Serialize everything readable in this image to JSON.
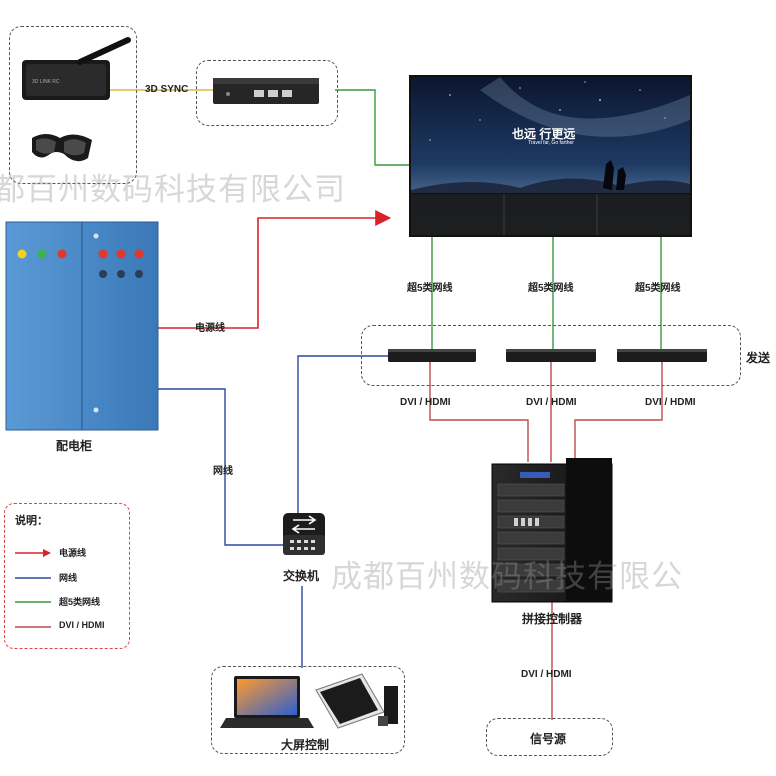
{
  "labels": {
    "sync": "3D SYNC",
    "cable_cat5_1": "超5类网线",
    "cable_cat5_2": "超5类网线",
    "cable_cat5_3": "超5类网线",
    "power_line": "电源线",
    "dvi_1": "DVI / HDMI",
    "dvi_2": "DVI / HDMI",
    "dvi_3": "DVI / HDMI",
    "dvi_4": "DVI / HDMI",
    "net_line": "网线",
    "sender": "发送",
    "cabinet": "配电柜",
    "switch": "交换机",
    "controller": "拼接控制器",
    "big_screen_control": "大屏控制",
    "signal_source": "信号源",
    "wall_slogan_1": "也远 行更远",
    "wall_slogan_2": "Travel far, Go farther",
    "emitter_text": "3D LINK RC"
  },
  "legend": {
    "title": "说明：",
    "items": [
      {
        "label": "电源线",
        "color": "#d8232a",
        "arrow": true
      },
      {
        "label": "网线",
        "color": "#2a4a9c",
        "arrow": false
      },
      {
        "label": "超5类网线",
        "color": "#3a9a3a",
        "arrow": false
      },
      {
        "label": "DVI / HDMI",
        "color": "#c24a4a",
        "arrow": false
      }
    ]
  },
  "watermark": {
    "text_1": "都百州数码科技有限公司",
    "text_2": "成都百州数码科技有限公"
  },
  "colors": {
    "power": "#d8232a",
    "network": "#2a4a9c",
    "cat5": "#3a9a3a",
    "dvi": "#c24a4a",
    "sync": "#d9b84a",
    "cabinet": "#3f7fbf"
  }
}
